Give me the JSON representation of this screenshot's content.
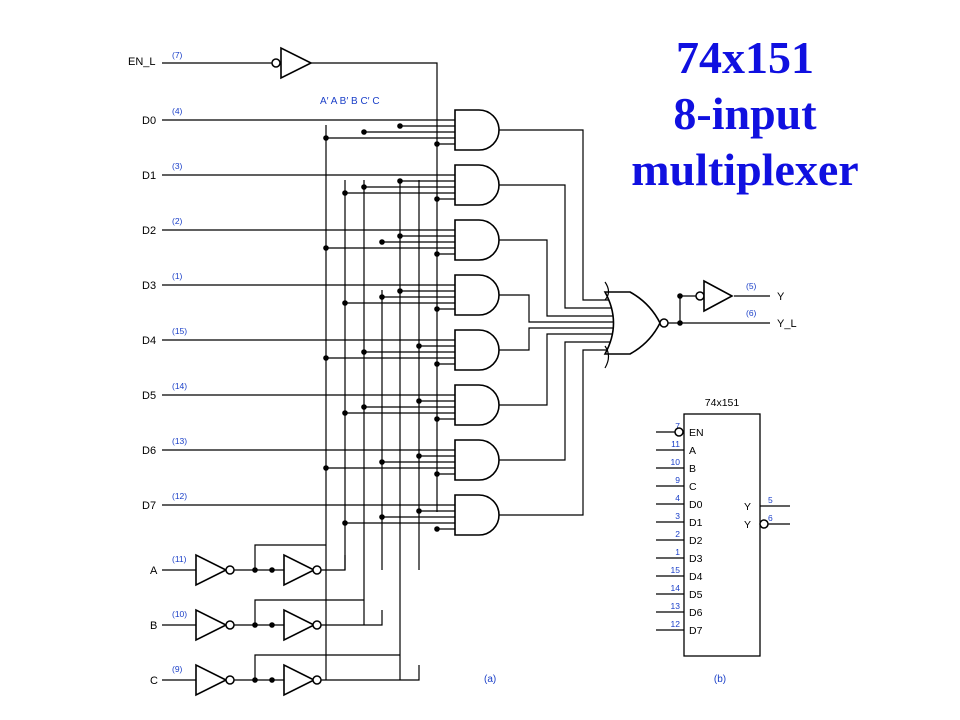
{
  "title": {
    "line1": "74x151",
    "line2": "8-input",
    "line3": "multiplexer"
  },
  "enable": {
    "label": "EN_L",
    "pin": "(7)"
  },
  "select_header": "A′  A  B′  B  C′  C",
  "data_inputs": [
    {
      "label": "D0",
      "pin": "(4)"
    },
    {
      "label": "D1",
      "pin": "(3)"
    },
    {
      "label": "D2",
      "pin": "(2)"
    },
    {
      "label": "D3",
      "pin": "(1)"
    },
    {
      "label": "D4",
      "pin": "(15)"
    },
    {
      "label": "D5",
      "pin": "(14)"
    },
    {
      "label": "D6",
      "pin": "(13)"
    },
    {
      "label": "D7",
      "pin": "(12)"
    }
  ],
  "select_inputs": [
    {
      "label": "A",
      "pin": "(11)"
    },
    {
      "label": "B",
      "pin": "(10)"
    },
    {
      "label": "C",
      "pin": "(9)"
    }
  ],
  "outputs": [
    {
      "label": "Y",
      "pin": "(5)"
    },
    {
      "label": "Y_L",
      "pin": "(6)"
    }
  ],
  "caption_a": "(a)",
  "caption_b": "(b)",
  "symbol": {
    "name": "74x151",
    "inputs": [
      {
        "label": "EN",
        "pin": "7"
      },
      {
        "label": "A",
        "pin": "11"
      },
      {
        "label": "B",
        "pin": "10"
      },
      {
        "label": "C",
        "pin": "9"
      },
      {
        "label": "D0",
        "pin": "4"
      },
      {
        "label": "D1",
        "pin": "3"
      },
      {
        "label": "D2",
        "pin": "2"
      },
      {
        "label": "D3",
        "pin": "1"
      },
      {
        "label": "D4",
        "pin": "15"
      },
      {
        "label": "D5",
        "pin": "14"
      },
      {
        "label": "D6",
        "pin": "13"
      },
      {
        "label": "D7",
        "pin": "12"
      }
    ],
    "outputs": [
      {
        "label": "Y",
        "pin": "5"
      },
      {
        "label": "Y",
        "pin": "6"
      }
    ]
  }
}
